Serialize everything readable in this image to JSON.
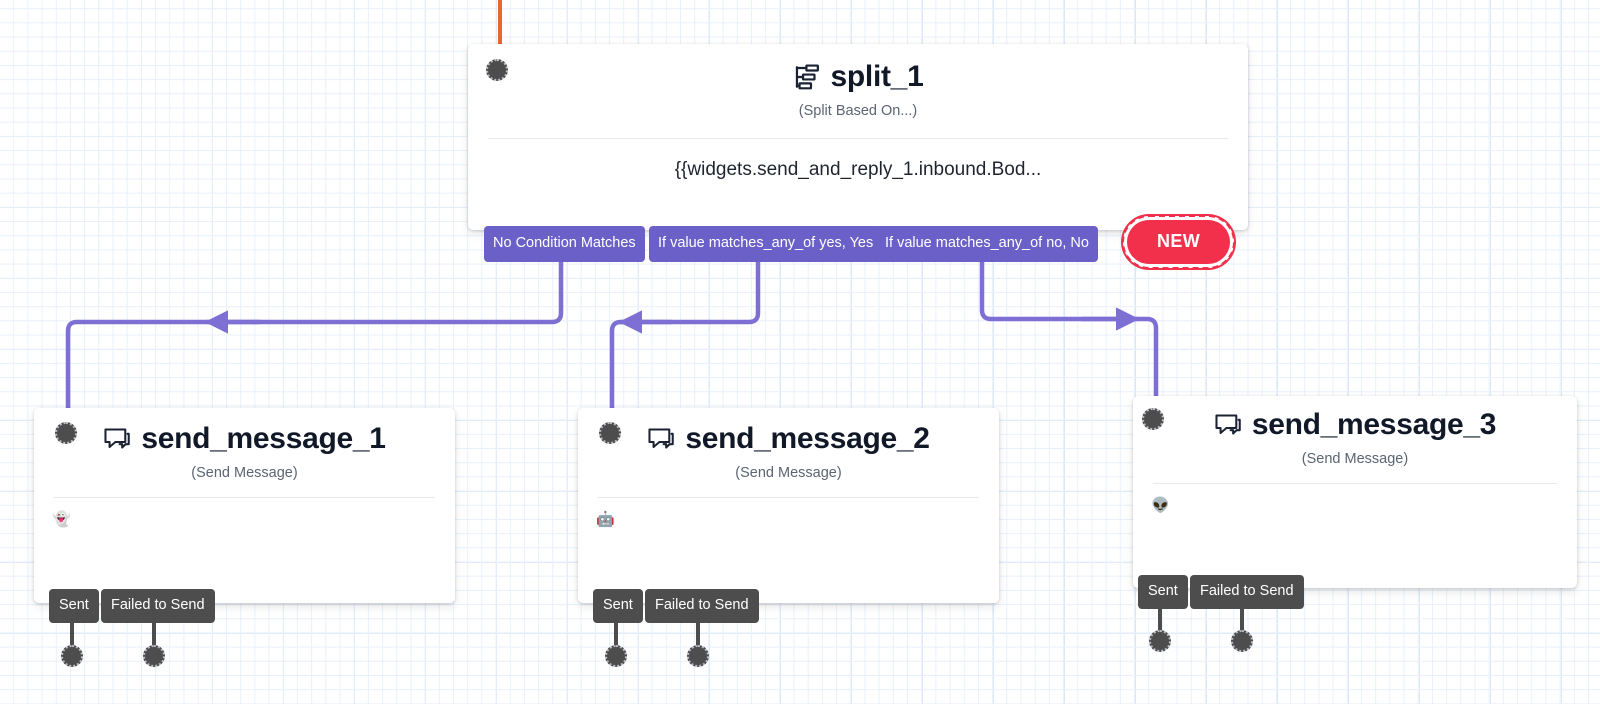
{
  "canvas": {
    "grid_minor_color": "#e8f0fb",
    "grid_major_color": "#dbe8f8",
    "background": "#ffffff"
  },
  "theme": {
    "edge_color": "#7e6fd4",
    "incoming_edge_color": "#e8672c",
    "condition_chip_color": "#6b5fc8",
    "output_chip_color": "#4d4d4d",
    "new_badge_color": "#f2304b",
    "node_title_color": "#111827",
    "node_subtitle_color": "#5b6472"
  },
  "nodes": [
    {
      "id": "split_1",
      "title": "split_1",
      "subtitle": "(Split Based On...)",
      "icon": "split-icon",
      "body_text": "{{widgets.send_and_reply_1.inbound.Bod...",
      "input_handle": "input-handle",
      "conditions": [
        {
          "label": "No Condition Matches"
        },
        {
          "label": "If value matches_any_of yes, Yes"
        },
        {
          "label": "If value matches_any_of no, No"
        }
      ],
      "badge": {
        "label": "NEW"
      }
    },
    {
      "id": "send_message_1",
      "title": "send_message_1",
      "subtitle": "(Send Message)",
      "icon": "message-bubble-icon",
      "body_emoji": "👻",
      "input_handle": "input-handle",
      "outputs": [
        {
          "label": "Sent"
        },
        {
          "label": "Failed to Send"
        }
      ]
    },
    {
      "id": "send_message_2",
      "title": "send_message_2",
      "subtitle": "(Send Message)",
      "icon": "message-bubble-icon",
      "body_emoji": "🤖",
      "input_handle": "input-handle",
      "outputs": [
        {
          "label": "Sent"
        },
        {
          "label": "Failed to Send"
        }
      ]
    },
    {
      "id": "send_message_3",
      "title": "send_message_3",
      "subtitle": "(Send Message)",
      "icon": "message-bubble-icon",
      "body_emoji": "👽",
      "input_handle": "input-handle",
      "outputs": [
        {
          "label": "Sent"
        },
        {
          "label": "Failed to Send"
        }
      ]
    }
  ]
}
